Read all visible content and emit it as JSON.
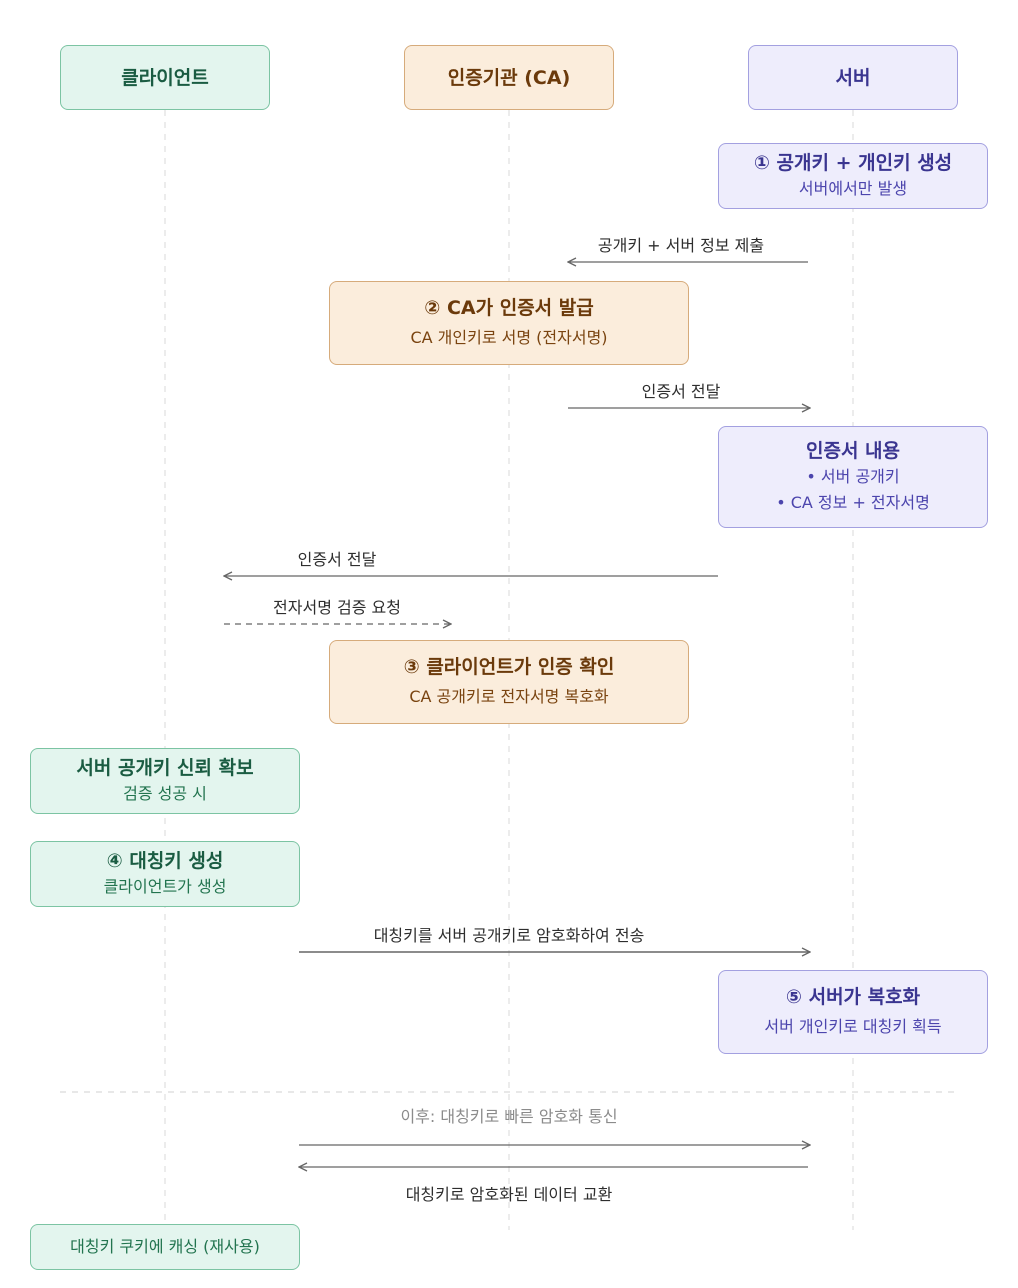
{
  "participants": {
    "client": "클라이언트",
    "ca": "인증기관 (CA)",
    "server": "서버"
  },
  "steps": {
    "s1": {
      "title": "① 공개키 + 개인키 생성",
      "sub": "서버에서만 발생"
    },
    "s2": {
      "title": "② CA가 인증서 발급",
      "sub": "CA 개인키로 서명 (전자서명)"
    },
    "cert": {
      "title": "인증서 내용",
      "line1": "• 서버 공개키",
      "line2": "• CA 정보 + 전자서명"
    },
    "s3": {
      "title": "③ 클라이언트가 인증 확인",
      "sub": "CA 공개키로 전자서명 복호화"
    },
    "trust": {
      "title": "서버 공개키 신뢰 확보",
      "sub": "검증 성공 시"
    },
    "s4": {
      "title": "④ 대칭키 생성",
      "sub": "클라이언트가 생성"
    },
    "s5": {
      "title": "⑤ 서버가 복호화",
      "sub": "서버 개인키로 대칭키 획득"
    },
    "cache": {
      "title": "대칭키 쿠키에 캐싱 (재사용)"
    }
  },
  "messages": {
    "m1": "공개키 + 서버 정보 제출",
    "m2": "인증서 전달",
    "m3": "인증서 전달",
    "m4": "전자서명 검증 요청",
    "m5": "대칭키를 서버 공개키로 암호화하여 전송",
    "m6": "이후: 대칭키로 빠른 암호화 통신",
    "m7": "대칭키로 암호화된 데이터 교환"
  },
  "colors": {
    "client": "#e3f5ee",
    "ca": "#fbeddc",
    "server": "#eeedfc",
    "arrow": "#666666"
  }
}
